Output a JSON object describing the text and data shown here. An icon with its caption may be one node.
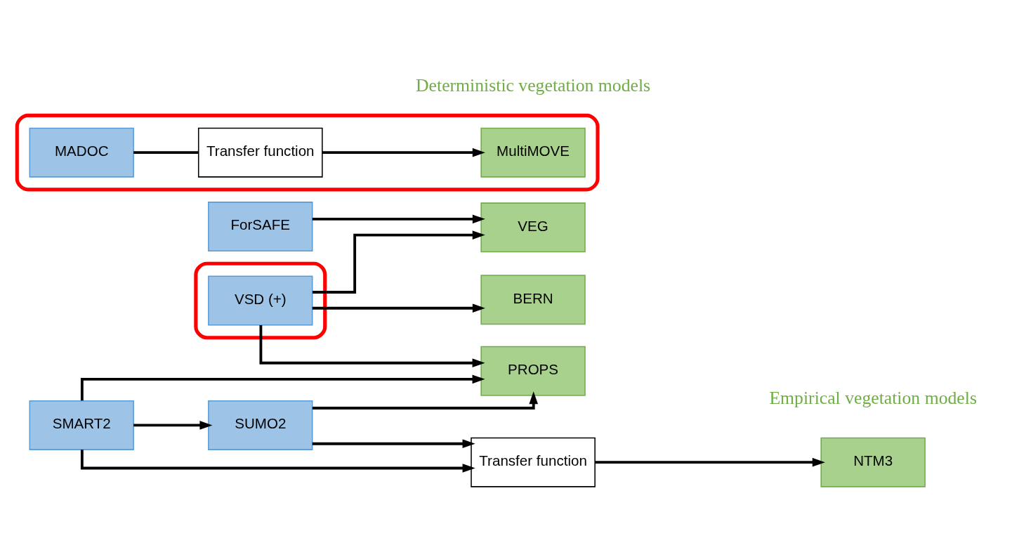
{
  "diagram": {
    "nodes": [
      {
        "text": [
          "ForSAFE"
        ]
      },
      {
        "text": [],
        "shape": "ellipse"
      },
      {
        "text": [
          "VSD (+)"
        ],
        "in": 1
      },
      {
        "text": [
          "SUMO2"
        ]
      },
      {
        "text": [
          "SMART2"
        ]
      },
      {
        "text": [
          "Transfer function"
        ]
      },
      {
        "text": [],
        "shape": "ellipse"
      },
      {
        "text": [
          "MADOC"
        ],
        "in": 6
      },
      {
        "text": [
          "Transfer function"
        ],
        "in": 6
      },
      {
        "text": [
          "VEG"
        ]
      },
      {
        "text": [
          "BERN"
        ]
      },
      {
        "text": [
          "PROPS"
        ]
      },
      {
        "text": [
          "NTM3"
        ]
      },
      {
        "text": [
          "MultiMOVE"
        ],
        "in": 6
      }
    ],
    "edges": [
      {
        "from": 0,
        "to": 9,
        "arrow": "to"
      },
      {
        "from": 2,
        "to": 9,
        "arrow": "to"
      },
      {
        "from": 2,
        "to": 10,
        "arrow": "to"
      },
      {
        "from": 2,
        "to": 11,
        "arrow": "to"
      },
      {
        "from": 4,
        "to": 11,
        "arrow": "to"
      },
      {
        "from": 4,
        "to": 3,
        "arrow": "to"
      },
      {
        "from": 4,
        "to": 5,
        "arrow": "to"
      },
      {
        "from": 3,
        "to": 11,
        "arrow": "to"
      },
      {
        "from": 3,
        "to": 5,
        "arrow": "to"
      },
      {
        "from": 5,
        "to": 12,
        "arrow": "to"
      },
      {
        "from": 7,
        "to": 8,
        "arrow": "none"
      },
      {
        "from": 8,
        "to": 13,
        "arrow": "to"
      }
    ],
    "labels": [
      "Deterministic vegetation models",
      "Empirical vegetation models"
    ]
  }
}
